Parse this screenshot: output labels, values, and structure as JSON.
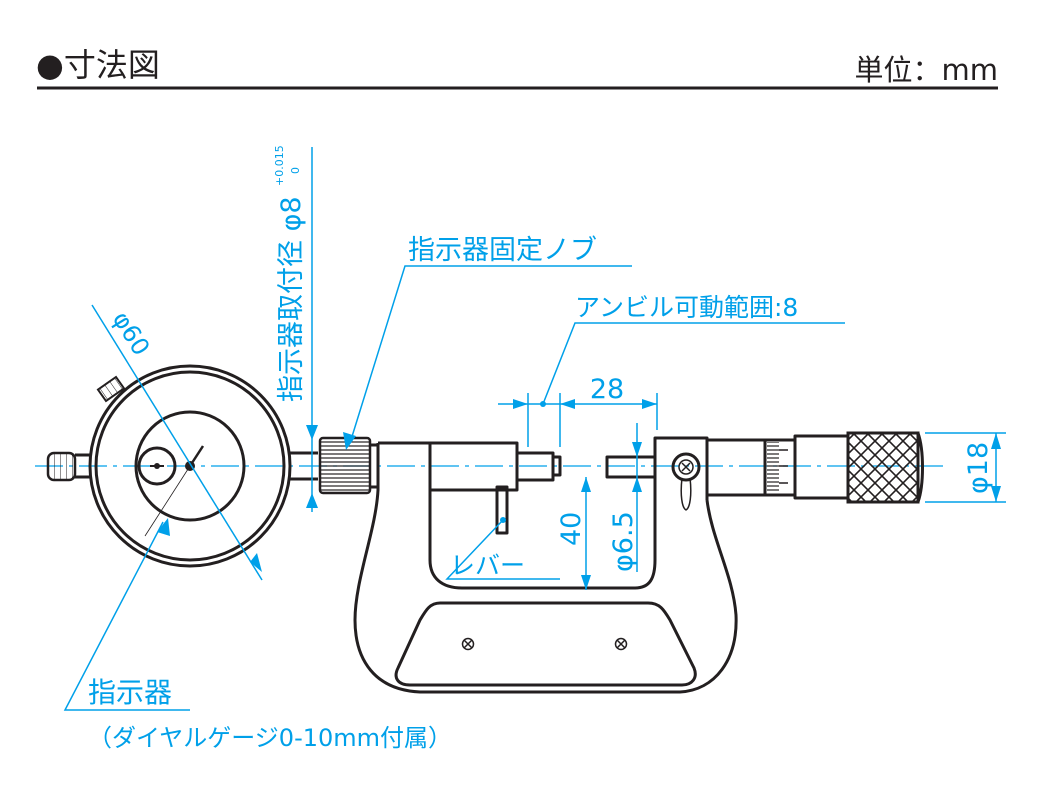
{
  "header": {
    "title": "●寸法図",
    "unit": "単位：mm"
  },
  "labels": {
    "mount_diameter": "指示器取付径 φ8",
    "mount_tol_upper": "+0.015",
    "mount_tol_lower": "0",
    "fixing_knob": "指示器固定ノブ",
    "anvil_range": "アンビル可動範囲:8",
    "dim_28": "28",
    "dim_40": "40",
    "dim_6_5": "φ6.5",
    "dim_18": "φ18",
    "dim_60": "φ60",
    "lever": "レバー",
    "indicator": "指示器",
    "indicator_note": "（ダイヤルゲージ0-10mm付属）"
  },
  "colors": {
    "dimension": "#00a0e9",
    "outline": "#231f20"
  }
}
